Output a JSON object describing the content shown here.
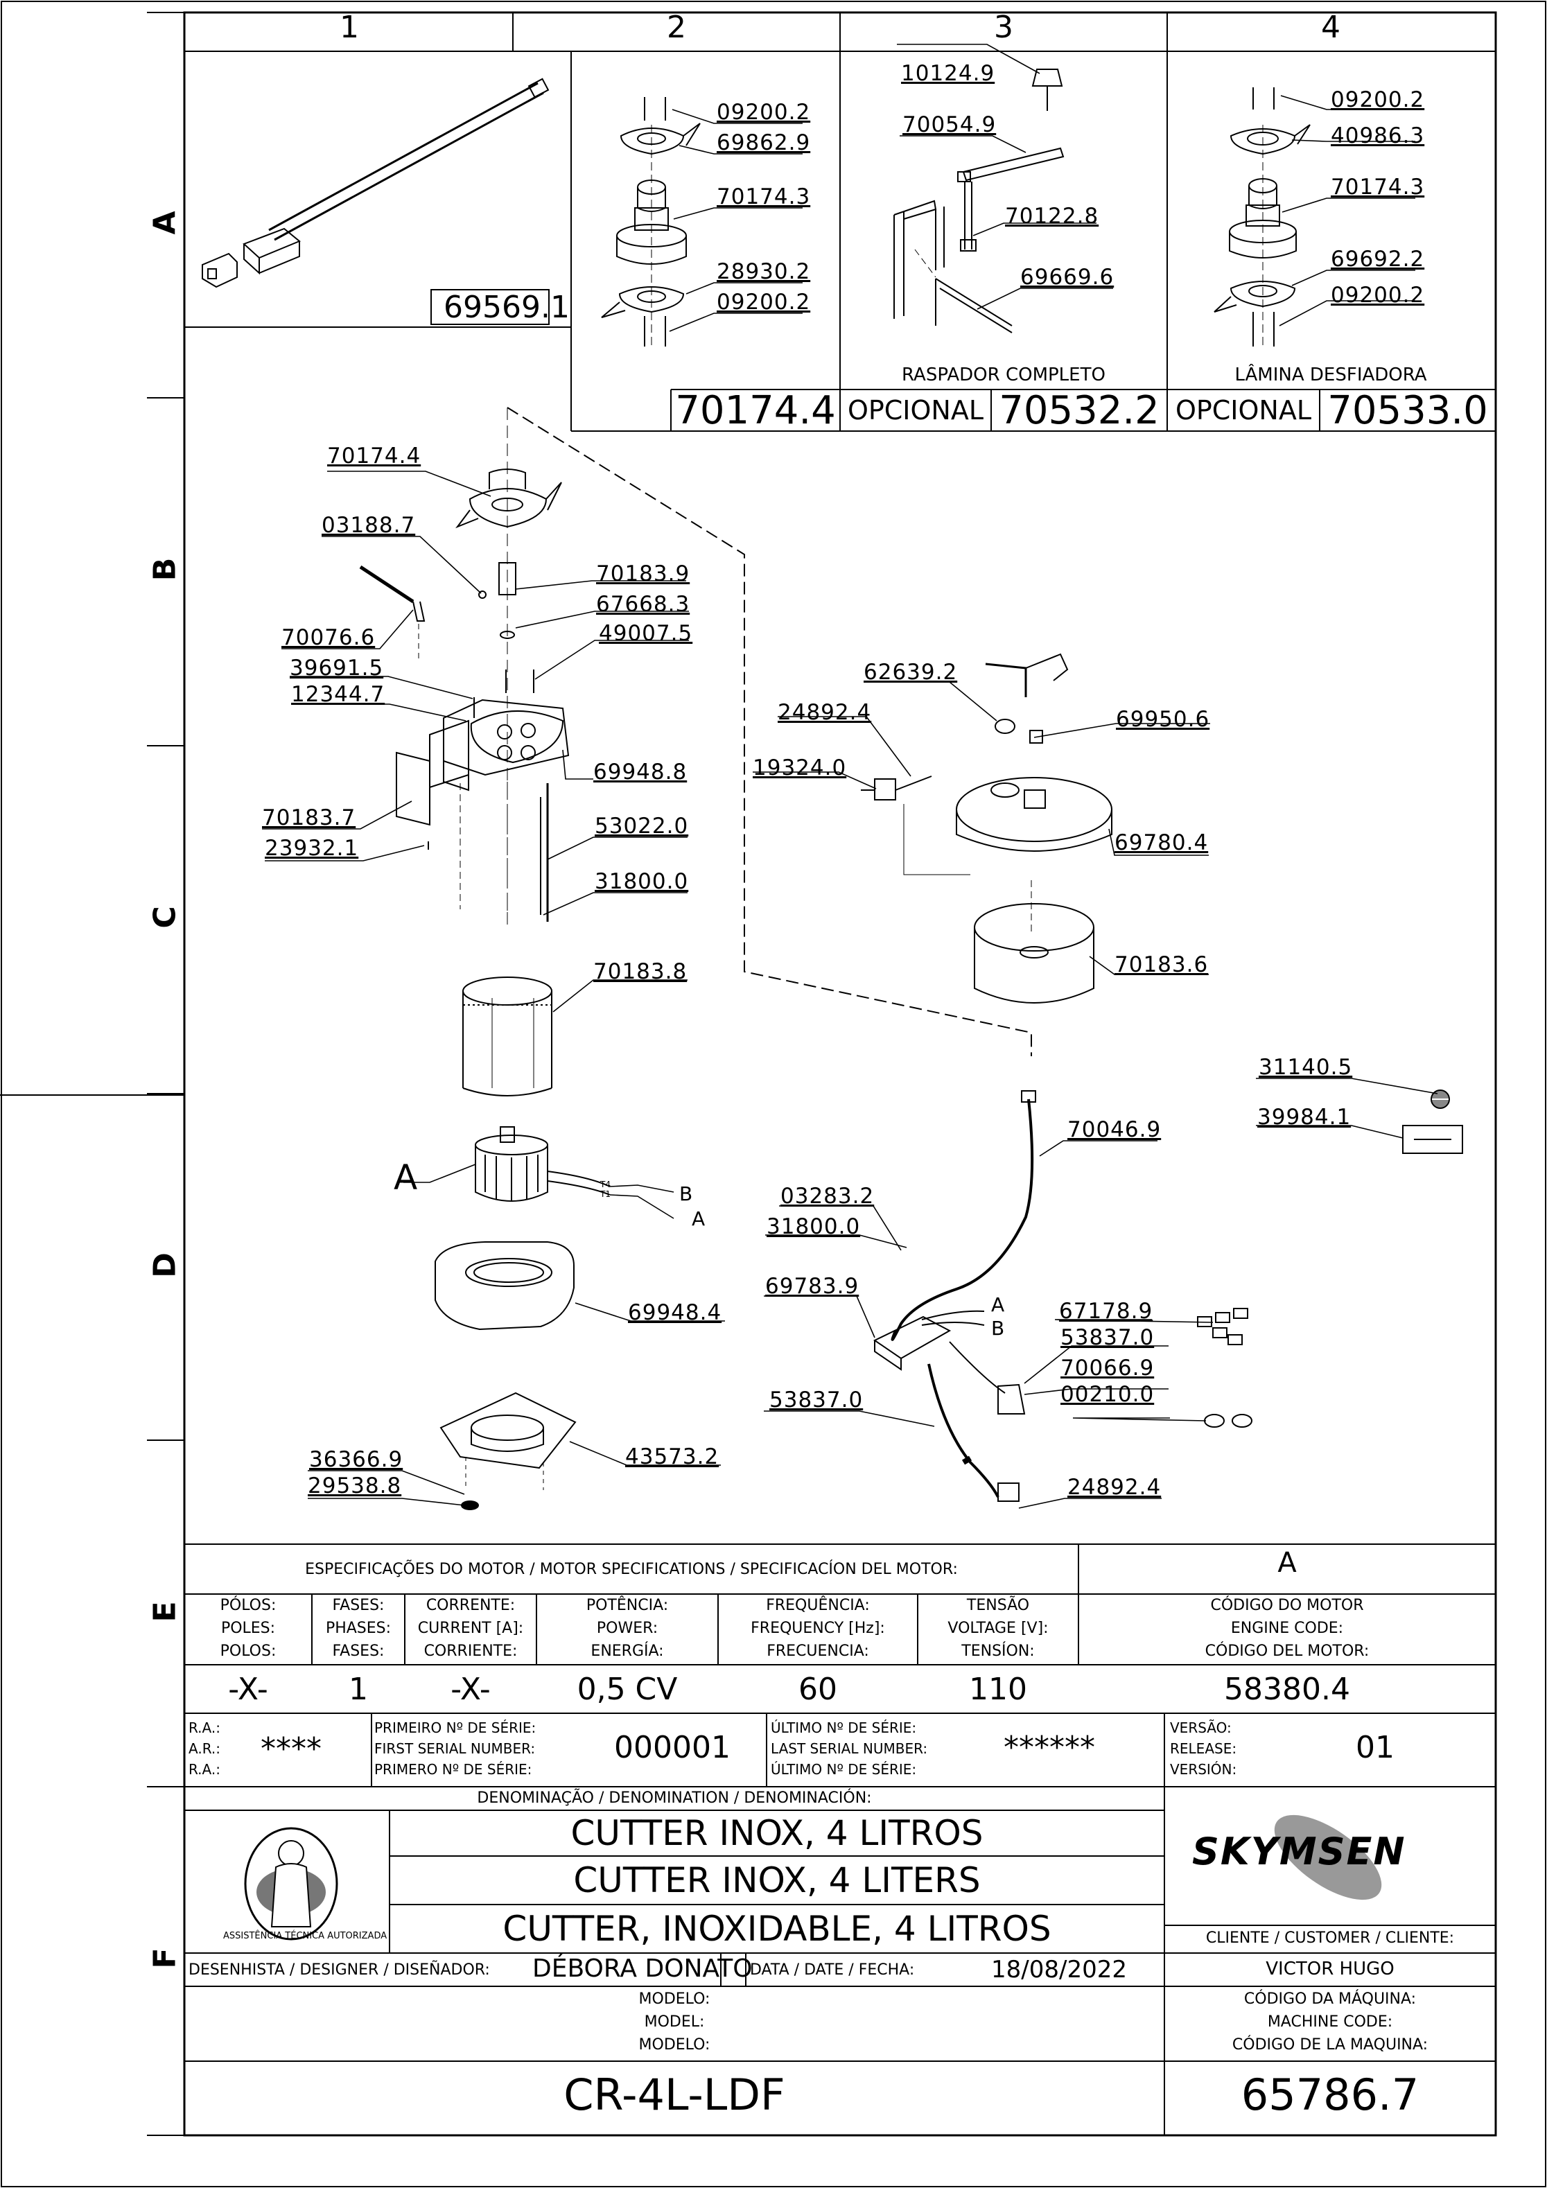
{
  "grid": {
    "columns": [
      "1",
      "2",
      "3",
      "4"
    ],
    "rows": [
      "A",
      "B",
      "C",
      "D",
      "E",
      "F"
    ]
  },
  "part_labels": {
    "p69569_1": "69569.1",
    "a2_09200_2_top": "09200.2",
    "a2_69862_9": "69862.9",
    "a2_70174_3": "70174.3",
    "a2_28930_2": "28930.2",
    "a2_09200_2_bot": "09200.2",
    "a3_10124_9": "10124.9",
    "a3_70054_9": "70054.9",
    "a3_70122_8": "70122.8",
    "a3_69669_6": "69669.6",
    "a4_09200_2_top": "09200.2",
    "a4_40986_3": "40986.3",
    "a4_70174_3": "70174.3",
    "a4_69692_2": "69692.2",
    "a4_09200_2_bot": "09200.2",
    "b_70174_4": "70174.4",
    "b_03188_7": "03188.7",
    "b_70183_9": "70183.9",
    "b_67668_3": "67668.3",
    "b_49007_5": "49007.5",
    "b_70076_6": "70076.6",
    "b_39691_5": "39691.5",
    "b_12344_7": "12344.7",
    "c_69948_8": "69948.8",
    "c_70183_7": "70183.7",
    "c_23932_1": "23932.1",
    "c_53022_0": "53022.0",
    "c_31800_0": "31800.0",
    "c_70183_8": "70183.8",
    "r_62639_2": "62639.2",
    "r_24892_4": "24892.4",
    "r_69950_6": "69950.6",
    "r_19324_0": "19324.0",
    "r_69780_4": "69780.4",
    "r_70183_6": "70183.6",
    "r_31140_5": "31140.5",
    "r_39984_1": "39984.1",
    "r_70046_9": "70046.9",
    "r_03283_2": "03283.2",
    "r_31800_0": "31800.0",
    "r_69783_9": "69783.9",
    "r_67178_9": "67178.9",
    "r_53837_0a": "53837.0",
    "r_70066_9": "70066.9",
    "r_00210_0": "00210.0",
    "r_53837_0b": "53837.0",
    "r_24892_4b": "24892.4",
    "d_69948_4": "69948.4",
    "d_43573_2": "43573.2",
    "d_36366_9": "36366.9",
    "d_29538_8": "29538.8",
    "motor_a": "A",
    "wire_b": "B",
    "wire_a": "A",
    "t4": "T4",
    "t1": "T1",
    "pcb_a": "A",
    "pcb_b": "B"
  },
  "kit_bar": {
    "code_70174_4": "70174.4",
    "opcional_1": "OPCIONAL",
    "code_70532_2": "70532.2",
    "opcional_2": "OPCIONAL",
    "code_70533_0": "70533.0",
    "raspador": "RASPADOR  COMPLETO",
    "lamina": "LÂMINA   DESFIADORA"
  },
  "motor_spec": {
    "title": "ESPECIFICAÇÕES DO MOTOR / MOTOR SPECIFICATIONS / SPECIFICACÍON DEL MOTOR:",
    "code_header": "A",
    "headers": [
      [
        "PÓLOS:",
        "POLES:",
        "POLOS:"
      ],
      [
        "FASES:",
        "PHASES:",
        "FASES:"
      ],
      [
        "CORRENTE:",
        "CURRENT [A]:",
        "CORRIENTE:"
      ],
      [
        "POTÊNCIA:",
        "POWER:",
        "ENERGÍA:"
      ],
      [
        "FREQUÊNCIA:",
        "FREQUENCY [Hz]:",
        "FRECUENCIA:"
      ],
      [
        "TENSÃO",
        "VOLTAGE [V]:",
        "TENSÍON:"
      ],
      [
        "CÓDIGO DO MOTOR",
        "ENGINE CODE:",
        "CÓDIGO DEL MOTOR:"
      ]
    ],
    "values": [
      "-X-",
      "1",
      "-X-",
      "0,5 CV",
      "60",
      "110",
      "58380.4"
    ]
  },
  "serial": {
    "ra": [
      "R.A.:",
      "A.R.:",
      "R.A.:"
    ],
    "ra_value": "****",
    "first_labels": [
      "PRIMEIRO Nº DE SÉRIE:",
      "FIRST SERIAL NUMBER:",
      "PRIMERO Nº DE SÉRIE:"
    ],
    "first_value": "000001",
    "last_labels": [
      "ÚLTIMO Nº DE SÉRIE:",
      "LAST SERIAL NUMBER:",
      "ÚLTIMO Nº DE SÉRIE:"
    ],
    "last_value": "******",
    "version_labels": [
      "VERSÃO:",
      "RELEASE:",
      "VERSIÓN:"
    ],
    "version_value": "01"
  },
  "title_block": {
    "denomination_label": "DENOMINAÇÃO / DENOMINATION / DENOMINACIÓN:",
    "names": [
      "CUTTER INOX, 4 LITROS",
      "CUTTER INOX, 4 LITERS",
      "CUTTER, INOXIDABLE, 4 LITROS"
    ],
    "designer_label": "DESENHISTA / DESIGNER / DISEÑADOR:",
    "designer": "DÉBORA DONATO",
    "date_label": "DATA / DATE / FECHA:",
    "date": "18/08/2022",
    "client_label": "CLIENTE / CUSTOMER / CLIENTE:",
    "client": "VICTOR HUGO",
    "model_labels": [
      "MODELO:",
      "MODEL:",
      "MODELO:"
    ],
    "model": "CR-4L-LDF",
    "machine_labels": [
      "CÓDIGO DA MÁQUINA:",
      "MACHINE CODE:",
      "CÓDIGO DE LA MAQUINA:"
    ],
    "machine_code": "65786.7",
    "brand": "SKYMSEN",
    "seal_text": "ASSISTÊNCIA TÉCNICA AUTORIZADA"
  }
}
